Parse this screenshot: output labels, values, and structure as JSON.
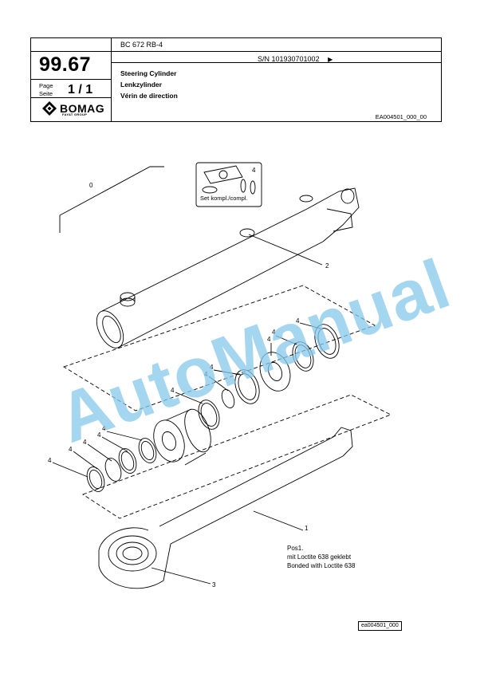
{
  "header": {
    "number": "99.67",
    "page_label": "Page",
    "seite_label": "Seite",
    "page_value": "1 / 1",
    "brand": "BOMAG",
    "brand_sub": "FAYAT GROUP",
    "model": "BC 672 RB-4",
    "serial": "S/N 101930701002",
    "serial_arrow": "▶",
    "title_en": "Steering Cylinder",
    "title_de": "Lenkzylinder",
    "title_fr": "Vérin de direction",
    "doc_id": "EA004501_000_00"
  },
  "drawing": {
    "set_label": "Set kompl./compl.",
    "set_callout": "4",
    "callouts": [
      "0",
      "1",
      "2",
      "3",
      "4"
    ],
    "note_lines": [
      "Pos1.",
      "mit Loctite 638 geklebt",
      "Bonded with Loctite 638"
    ],
    "ref_box": "ea004501_000",
    "watermark": "AutoManual"
  }
}
